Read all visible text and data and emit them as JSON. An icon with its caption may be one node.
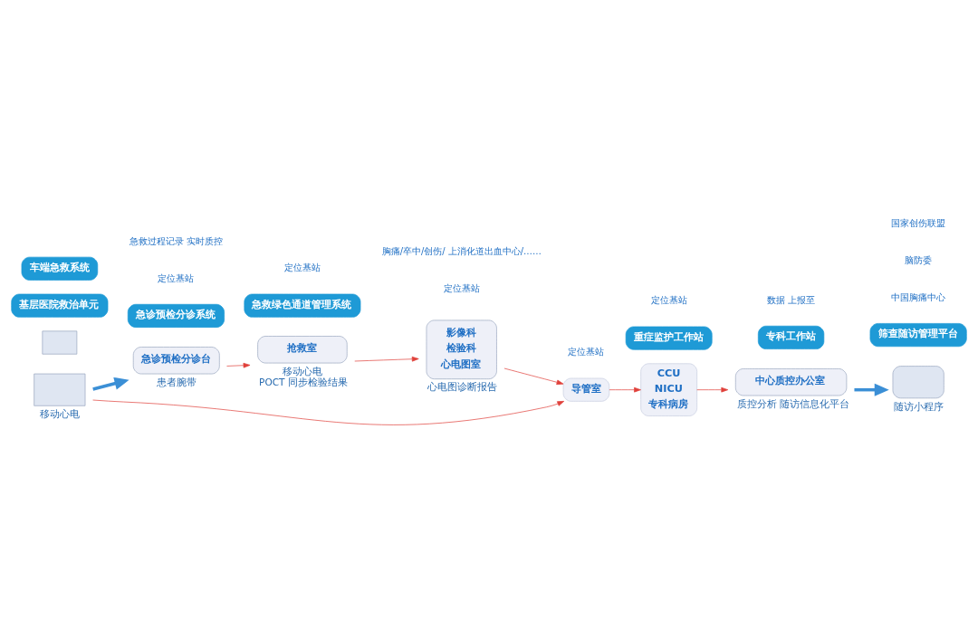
{
  "diagram": {
    "nodes": [
      {
        "text": [
          "急诊预检分诊台"
        ],
        "beside": [
          "患者腕带"
        ]
      },
      {
        "text": [
          "抢救室"
        ],
        "beside": [
          "移动心电",
          "POCT 同步检验结果"
        ]
      },
      {
        "text": [
          "影像科",
          "检验科",
          "心电图室"
        ],
        "beside": [
          "心电图诊断报告"
        ]
      },
      {
        "text": [
          "导管室"
        ]
      },
      {
        "text": [
          "CCU",
          "NICU",
          "专科病房"
        ]
      },
      {
        "text": [
          "中心质控办公室"
        ],
        "beside": [
          "质控分析 随访信息化平台"
        ]
      },
      {
        "text": [],
        "shape": "box",
        "beside": [
          "移动心电"
        ]
      },
      {
        "text": [],
        "shape": "box"
      },
      {
        "text": [],
        "shape": "person",
        "beside": [
          "随访小程序"
        ]
      },
      {
        "text": [
          "急诊预检分诊系统"
        ]
      },
      {
        "text": [
          "急救绿色通道管理系统"
        ]
      },
      {
        "text": [
          "重症监护工作站"
        ]
      },
      {
        "text": [
          "专科工作站"
        ]
      },
      {
        "text": [
          "基层医院救治单元"
        ]
      },
      {
        "text": [
          "车端急救系统"
        ]
      },
      {
        "text": [
          "筛查随访管理平台"
        ]
      }
    ],
    "edges": [
      {
        "from": 6,
        "to": 0,
        "arrow": "to",
        "style": "thick",
        "color": "#3b8fd6"
      },
      {
        "from": 6,
        "to": 3,
        "arrow": "to"
      },
      {
        "from": 0,
        "to": 1,
        "arrow": "to"
      },
      {
        "from": 1,
        "to": 2,
        "arrow": "to"
      },
      {
        "from": 2,
        "to": 3,
        "arrow": "to"
      },
      {
        "from": 3,
        "to": 4,
        "arrow": "to"
      },
      {
        "from": 4,
        "to": 5,
        "arrow": "to"
      },
      {
        "from": 5,
        "to": 8,
        "arrow": "to",
        "style": "thick",
        "color": "#3b8fd6"
      }
    ],
    "labels": [
      "定位基站",
      "定位基站",
      "定位基站",
      "定位基站",
      "定位基站",
      "胸痛/卒中/创伤/ 上消化道出血中心/……",
      "急救过程记录 实时质控",
      "数据 上报至",
      "中国胸痛中心",
      "脑防委",
      "国家创伤联盟"
    ]
  }
}
